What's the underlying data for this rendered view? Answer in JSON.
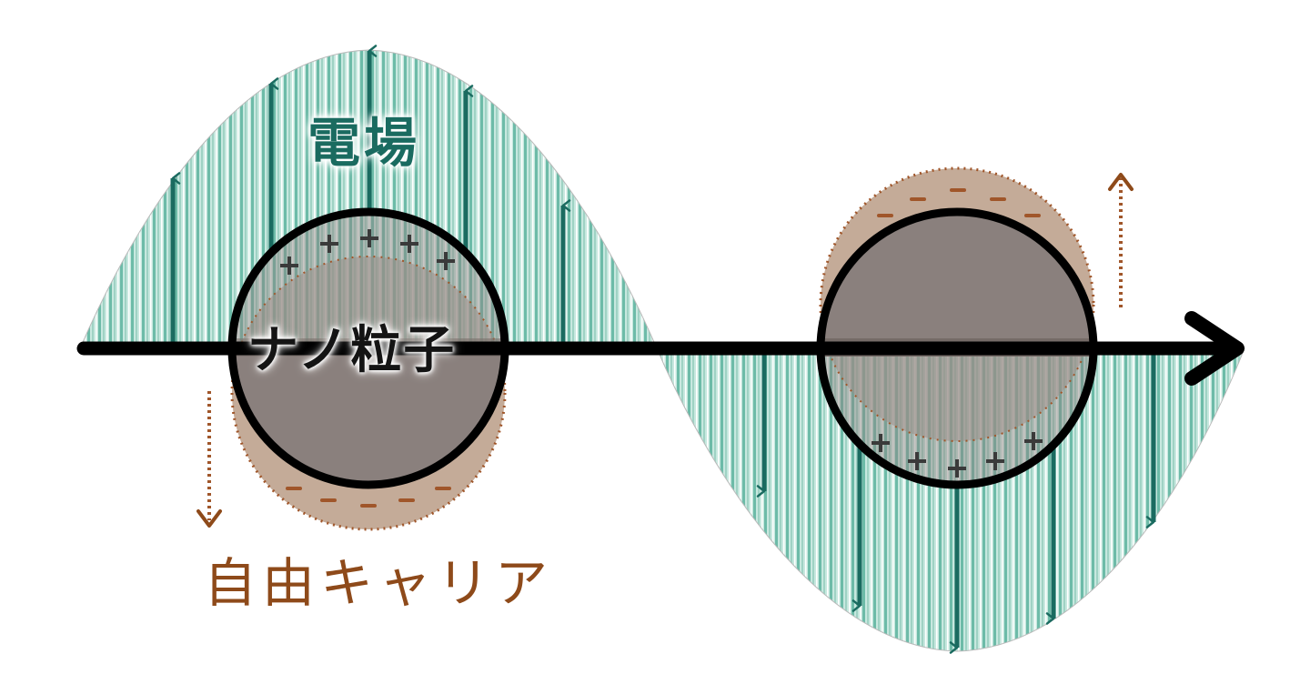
{
  "diagram": {
    "type": "physics-schematic",
    "subject": "localized surface plasmon: oscillating electric field displaces free carriers in nanoparticles",
    "labels": {
      "electric_field": "電場",
      "nanoparticle": "ナノ粒子",
      "free_carrier": "自由キャリア"
    },
    "charge_symbols": {
      "positive": "+",
      "negative": "−"
    },
    "colors": {
      "field_fill": "#a8d8cc",
      "field_stripe": "#5bb3a0",
      "field_arrow": "#1a6b60",
      "particle_fill": "#8a807d",
      "particle_outline": "#000000",
      "carrier_cloud": "#c4ab98",
      "carrier_dots": "#a0562a",
      "carrier_text": "#8e4a1a",
      "axis": "#000000"
    },
    "particles": [
      {
        "name": "left",
        "field_direction": "up",
        "positive_side": "top",
        "negative_side": "bottom",
        "carrier_motion": "down",
        "plus_count": 5,
        "minus_count": 5
      },
      {
        "name": "right",
        "field_direction": "down",
        "positive_side": "bottom",
        "negative_side": "top",
        "carrier_motion": "up",
        "plus_count": 5,
        "minus_count": 5
      }
    ],
    "field_arrows_up": 6,
    "field_arrows_down": 6,
    "propagation_direction": "right"
  }
}
